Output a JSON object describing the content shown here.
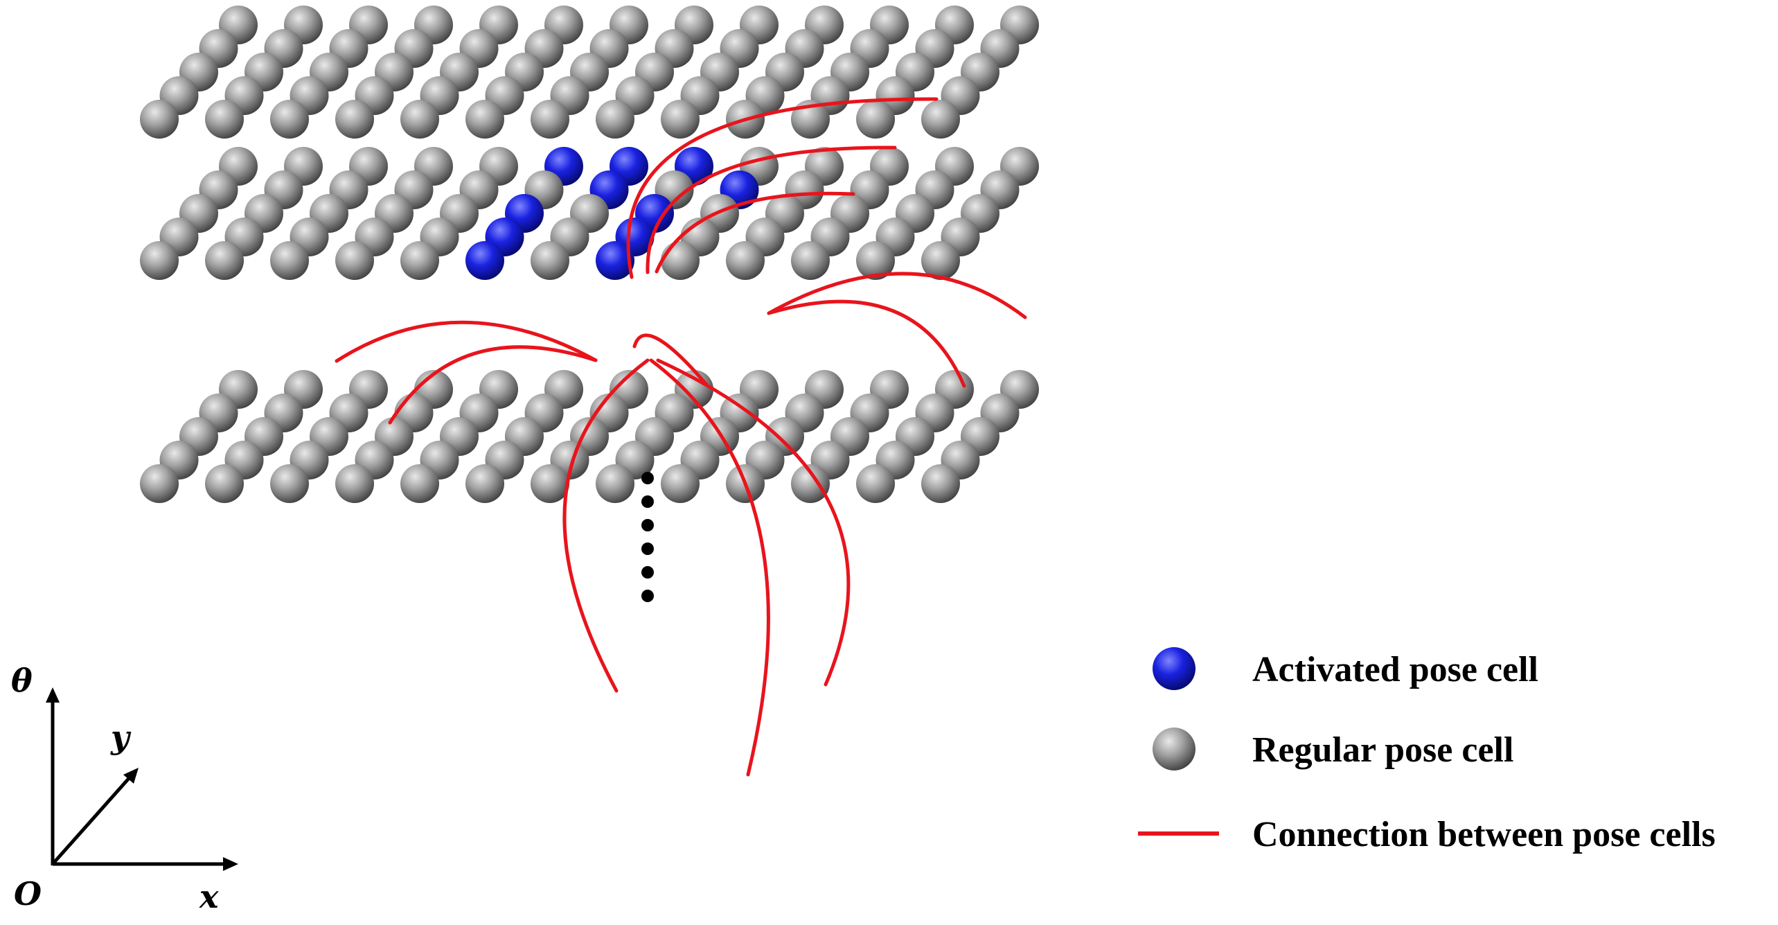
{
  "axes": {
    "origin_label": "O",
    "x_label": "x",
    "y_label": "y",
    "theta_label": "θ"
  },
  "legend": {
    "activated_label": "Activated pose cell",
    "regular_label": "Regular pose cell",
    "connection_label": "Connection between pose cells"
  },
  "lattice": {
    "layers_drawn": 3,
    "rows_per_layer": 5,
    "columns_per_layer": 13,
    "ellipsis_dots": 6,
    "activated_cells": 11,
    "connections": 11
  },
  "colors": {
    "regular_cell": "#8a8a8a",
    "activated_cell": "#1018d8",
    "connection": "#e8141c",
    "axis": "#000000"
  }
}
